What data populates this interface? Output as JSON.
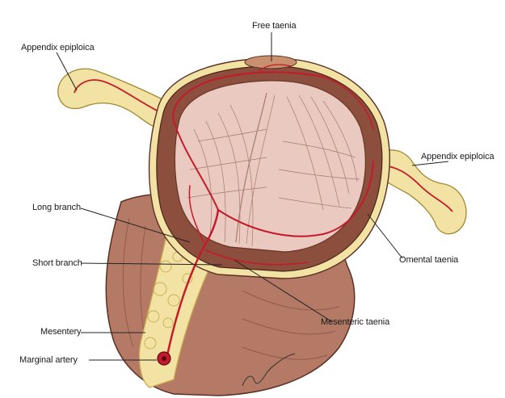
{
  "labels": {
    "free_taenia": "Free taenia",
    "appendix_left": "Appendix epiploica",
    "appendix_right": "Appendix epiploica",
    "long_branch": "Long branch",
    "short_branch": "Short branch",
    "omental_taenia": "Omental taenia",
    "mesenteric_taenia": "Mesenteric taenia",
    "mesentery": "Mesentery",
    "marginal_artery": "Marginal artery"
  },
  "colors": {
    "outer_wall": "#b57a66",
    "wall_dark": "#7a4536",
    "inner_wall": "#8c4e3d",
    "mucosa": "#e9c9c0",
    "fat": "#f2e3a4",
    "fat_edge": "#c9ad52",
    "artery": "#c41a2a",
    "leader": "#222222"
  }
}
